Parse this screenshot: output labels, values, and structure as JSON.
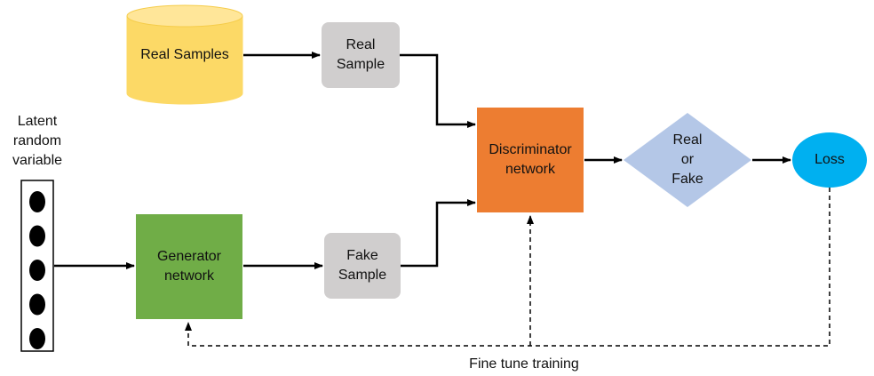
{
  "nodes": {
    "latent_label": "Latent\nrandom\nvariable",
    "real_samples": "Real Samples",
    "real_sample": "Real\nSample",
    "generator": "Generator\nnetwork",
    "fake_sample": "Fake\nSample",
    "discriminator": "Discriminator\nnetwork",
    "real_or_fake": "Real\nor\nFake",
    "loss": "Loss"
  },
  "caption": "Fine tune training",
  "colors": {
    "cylinder": "#fcd966",
    "cylinder_top": "#ffe699",
    "sample_box": "#d0cece",
    "generator": "#70ad47",
    "discriminator": "#ed7d31",
    "diamond": "#b4c7e7",
    "loss": "#00b0f0"
  },
  "latent_units": 5
}
